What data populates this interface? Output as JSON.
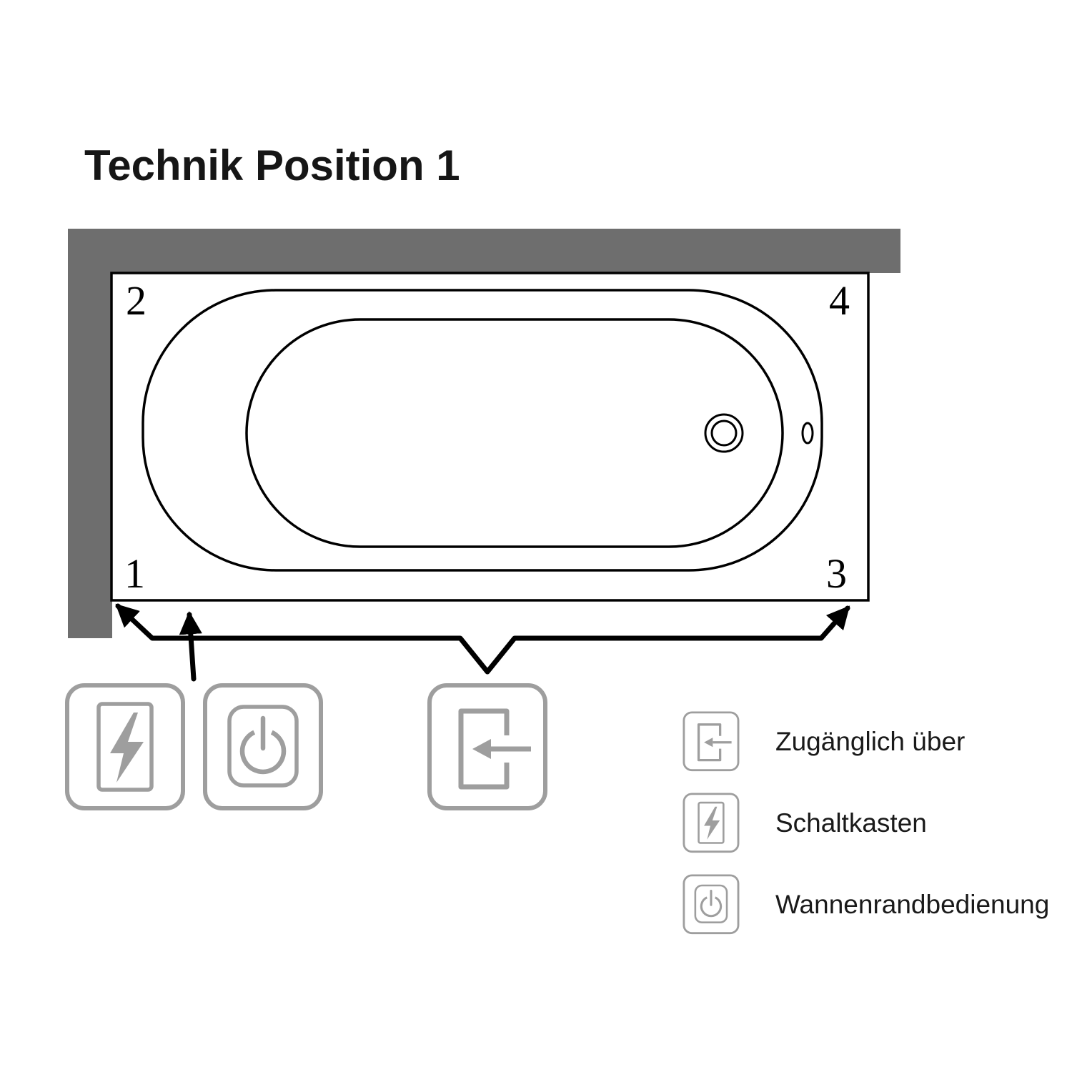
{
  "title": "Technik Position 1",
  "corners": {
    "top_left": "2",
    "top_right": "4",
    "bottom_left": "1",
    "bottom_right": "3"
  },
  "legend": [
    {
      "icon": "access-door-icon",
      "label": "Zugänglich über"
    },
    {
      "icon": "lightning-icon",
      "label": "Schaltkasten"
    },
    {
      "icon": "power-icon",
      "label": "Wannenrandbedienung"
    }
  ],
  "panel_icons": [
    "lightning-icon",
    "power-icon",
    "access-door-icon"
  ],
  "colors": {
    "wall": "#6e6e6e",
    "icon": "#9e9e9e",
    "line": "#000000"
  }
}
